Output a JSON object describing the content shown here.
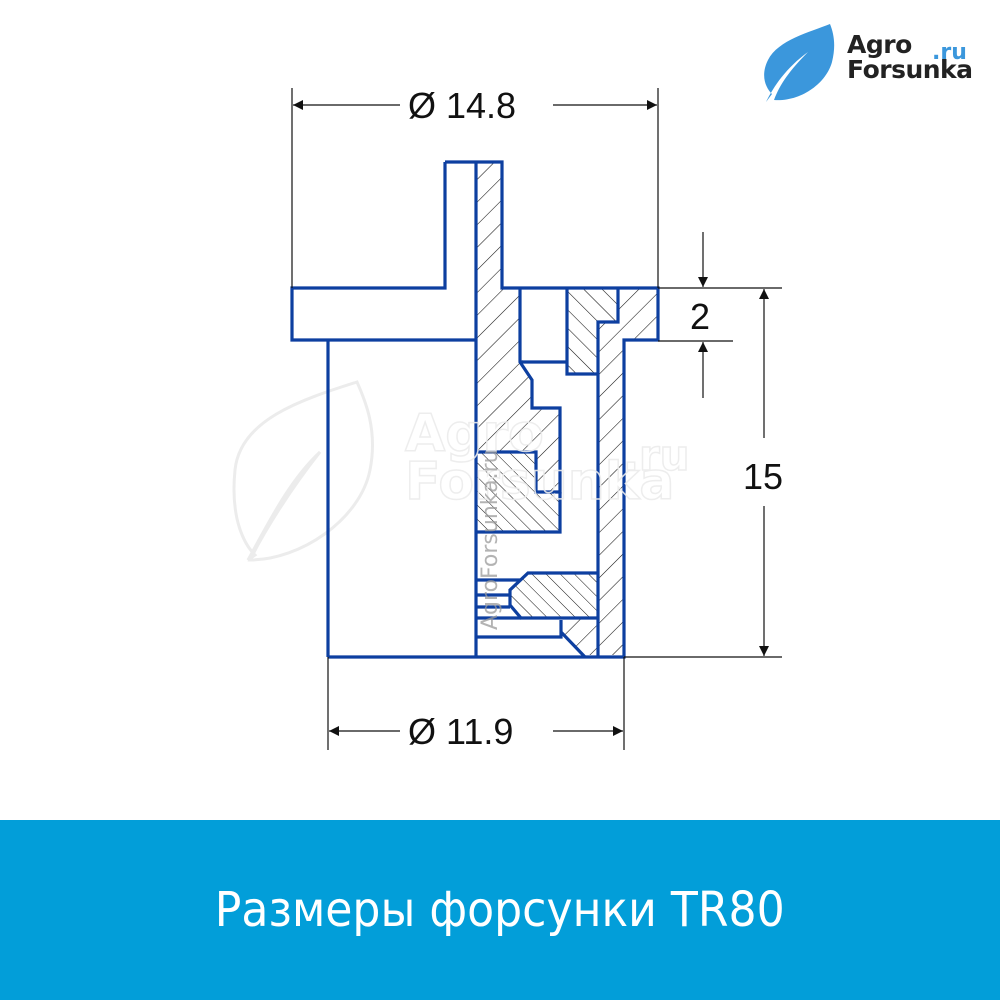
{
  "brand": {
    "name_line1": "Agro",
    "name_line2": "Forsunka",
    "tld": ".ru",
    "leaf_color": "#3b97dc",
    "text_color": "#222222"
  },
  "drawing": {
    "part_outline_color": "#0d3fa0",
    "dimension_line_color": "#111111",
    "hatch_color": "#111111",
    "dimensions": {
      "top_diameter": "Ø 14.8",
      "bottom_diameter": "Ø 11.9",
      "flange_height": "2",
      "total_height": "15"
    }
  },
  "watermark": {
    "vertical_text": "AgroForsunka.ru",
    "big_line1": "Agro",
    "big_line2": "Forsunka",
    "big_tld": ".ru"
  },
  "footer": {
    "title": "Размеры форсунки TR80",
    "background_color": "#029ed9"
  }
}
